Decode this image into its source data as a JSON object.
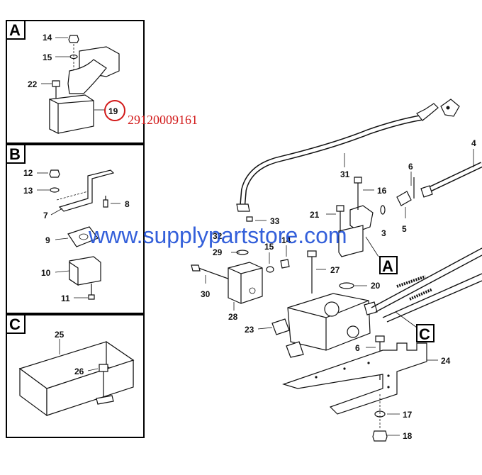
{
  "panels": {
    "a": {
      "letter": "A",
      "labels": [
        "14",
        "15",
        "22",
        "19"
      ]
    },
    "b": {
      "letter": "B",
      "labels": [
        "12",
        "13",
        "8",
        "7",
        "9",
        "10",
        "11"
      ]
    },
    "c": {
      "letter": "C",
      "labels": [
        "25",
        "26"
      ]
    }
  },
  "main": {
    "labels": [
      "31",
      "4",
      "6",
      "16",
      "21",
      "5",
      "33",
      "32",
      "15",
      "14",
      "29",
      "30",
      "27",
      "20",
      "28",
      "23",
      "6",
      "24",
      "17",
      "18",
      "3"
    ],
    "callouts": [
      "A",
      "C"
    ]
  },
  "highlight": {
    "ref": "19",
    "part_number": "29120009161",
    "color": "#d21a1a"
  },
  "watermark": {
    "text": "www.supplypartstore.com",
    "color": "#1f4fd6"
  }
}
